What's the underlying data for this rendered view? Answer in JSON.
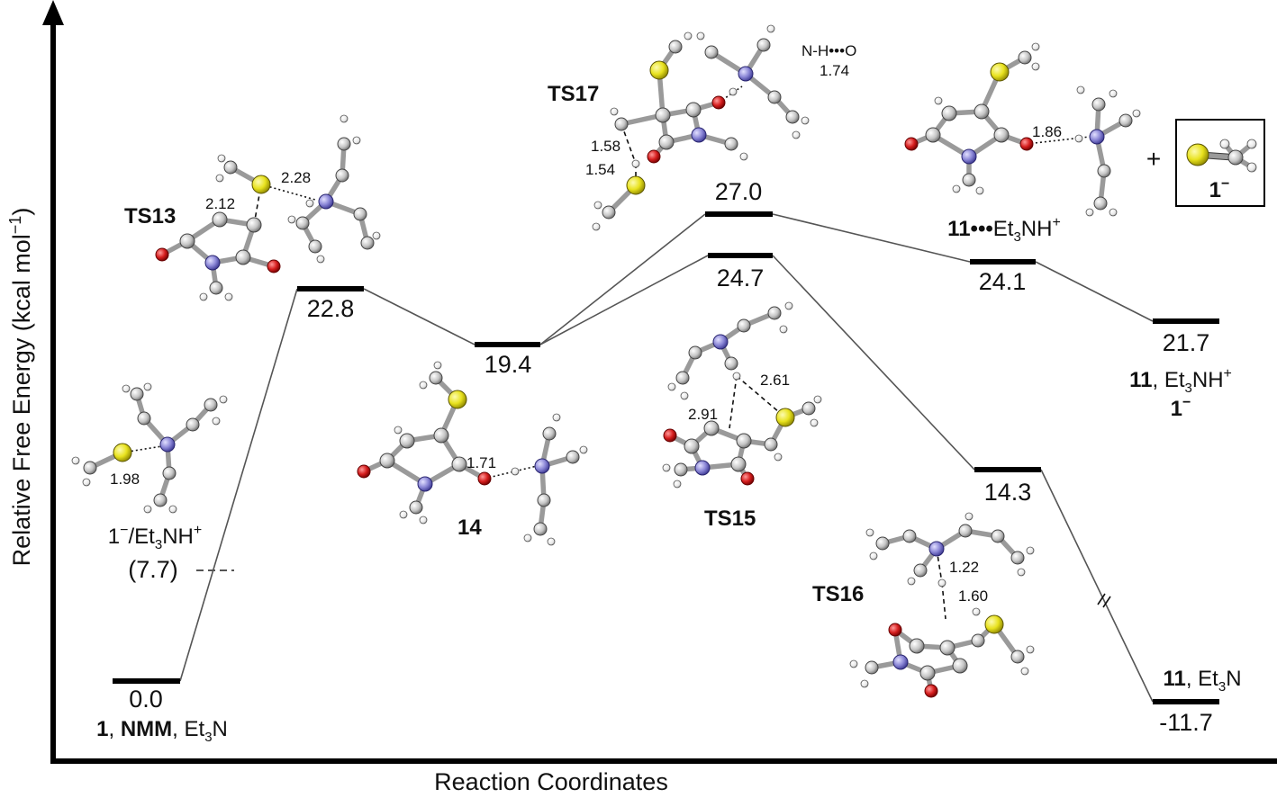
{
  "axes": {
    "y_label": "Relative Free Energy (kcal mol",
    "y_label_sup": "−1",
    "y_label_close": ")",
    "x_label": "Reaction Coordinates"
  },
  "levels": [
    {
      "id": "start",
      "value": "0.0"
    },
    {
      "id": "ts13",
      "value": "22.8"
    },
    {
      "id": "int14",
      "value": "19.4"
    },
    {
      "id": "ts17",
      "value": "27.0"
    },
    {
      "id": "ts15",
      "value": "24.7"
    },
    {
      "id": "complex",
      "value": "24.1"
    },
    {
      "id": "sep",
      "value": "21.7"
    },
    {
      "id": "ts16",
      "value": "14.3"
    },
    {
      "id": "final",
      "value": "-11.7"
    },
    {
      "id": "ionpair",
      "value": "(7.7)"
    }
  ],
  "labels": {
    "ts13": "TS13",
    "ts17": "TS17",
    "int14": "14",
    "ts15": "TS15",
    "ts16": "TS16",
    "start_1": "1",
    "start_nmm": "NMM",
    "start_et": "Et",
    "start_sub": "3",
    "start_n": "N",
    "ionpair_1": "1",
    "ionpair_sup": "−",
    "ionpair_et": "/Et",
    "ionpair_sub": "3",
    "ionpair_nh": "NH",
    "ionpair_plus": "+",
    "complex_11": "11",
    "complex_dots": "•••",
    "complex_et": "Et",
    "complex_sub": "3",
    "complex_nh": "NH",
    "complex_plus": "+",
    "sep_11": "11",
    "sep_et": ", Et",
    "sep_sub": "3",
    "sep_nh": "NH",
    "sep_plus": "+",
    "sep_1": "1",
    "sep_minus": "−",
    "final_11": "11",
    "final_et": ", Et",
    "final_sub": "3",
    "final_n": "N",
    "box_1": "1",
    "box_minus": "−",
    "plus_sign": "+",
    "break_mark": "//"
  },
  "distances": {
    "ionpair": "1.98",
    "ts13_a": "2.12",
    "ts13_b": "2.28",
    "ts17_a": "1.58",
    "ts17_b": "1.54",
    "ts17_nho": "N-H•••O",
    "ts17_nho_val": "1.74",
    "int14": "1.71",
    "complex": "1.86",
    "ts15_a": "2.61",
    "ts15_b": "2.91",
    "ts16_a": "1.22",
    "ts16_b": "1.60"
  },
  "colors": {
    "sulfur": "#e8e21e",
    "nitrogen": "#8a86d6",
    "oxygen": "#d61e1e",
    "carbon": "#c8c8c8",
    "hydrogen": "#f2f2f2"
  }
}
